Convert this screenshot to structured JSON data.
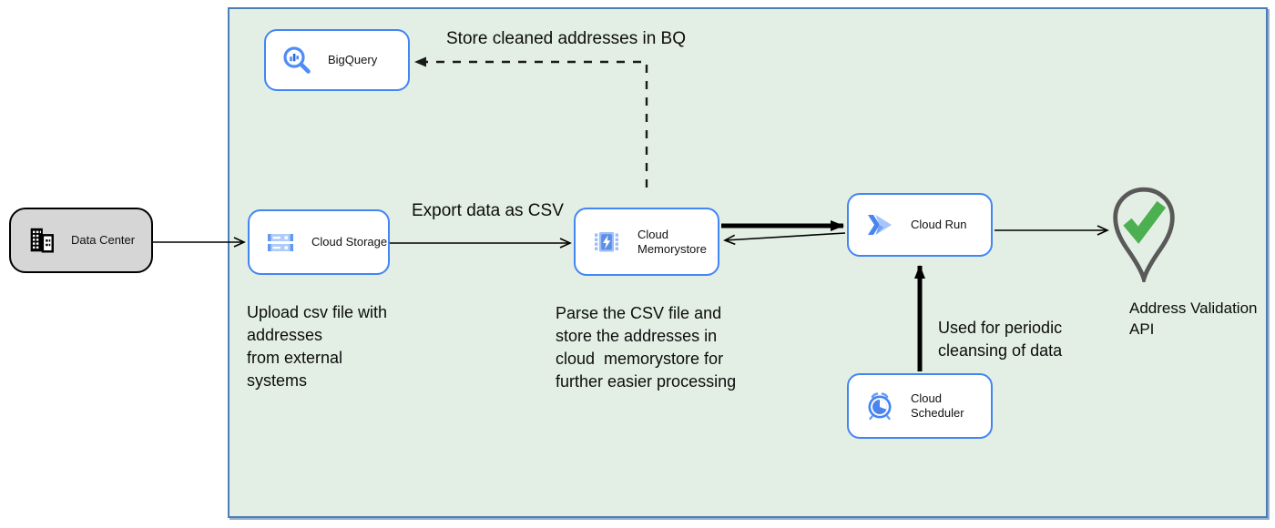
{
  "nodes": {
    "data_center": {
      "label": "Data Center"
    },
    "bigquery": {
      "label": "BigQuery"
    },
    "cloud_storage": {
      "label": "Cloud Storage"
    },
    "cloud_memorystore": {
      "label": "Cloud\nMemorystore"
    },
    "cloud_run": {
      "label": "Cloud Run"
    },
    "cloud_scheduler": {
      "label": "Cloud Scheduler"
    }
  },
  "edge_labels": {
    "store_in_bq": "Store cleaned addresses in BQ",
    "export_csv": "Export data as CSV",
    "periodic_cleansing": "Used for periodic\ncleansing of data"
  },
  "annotations": {
    "upload_csv": "Upload csv file with\naddresses\nfrom external\nsystems",
    "parse_csv": "Parse the CSV file and\nstore the addresses in\ncloud  memorystore for\nfurther easier processing",
    "address_validation_api": "Address Validation\nAPI"
  },
  "colors": {
    "container_fill": "#e3efe4",
    "container_border": "#4a7eb8",
    "node_border": "#4285f4",
    "data_center_fill": "#d6d6d6",
    "icon_blue": "#4285f4",
    "icon_blue_light": "#aecbfa",
    "check_green": "#4caf50",
    "pin_gray": "#595959",
    "arrow_black": "#000000"
  }
}
